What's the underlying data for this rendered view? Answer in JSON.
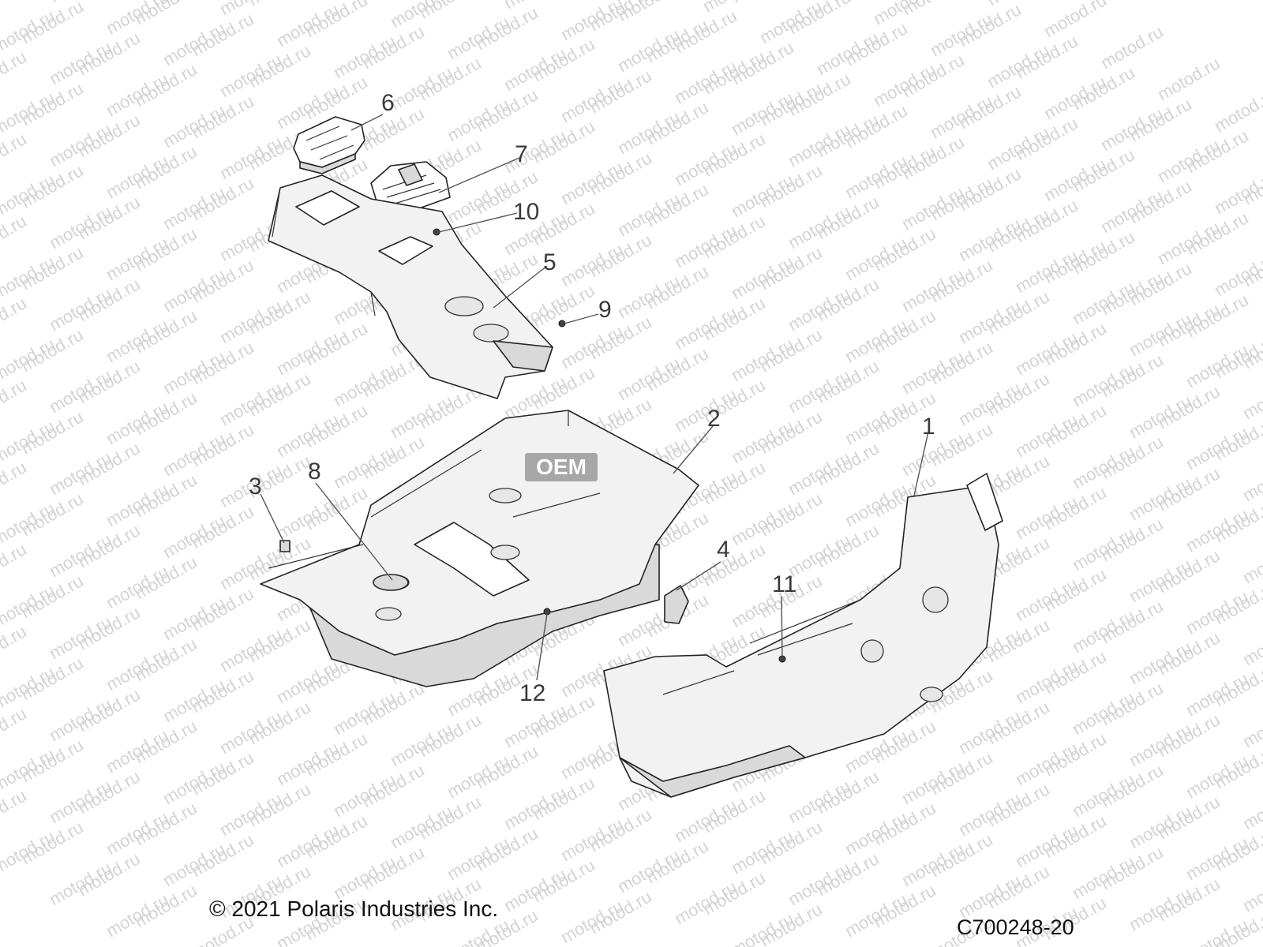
{
  "watermark": {
    "text": "motod.ru"
  },
  "badge": {
    "text": "OEM"
  },
  "callouts": [
    {
      "number": "1",
      "part": "floor-panel-right"
    },
    {
      "number": "2",
      "part": "floor-panel-left"
    },
    {
      "number": "3",
      "part": "clip"
    },
    {
      "number": "4",
      "part": "bracket"
    },
    {
      "number": "5",
      "part": "center-console"
    },
    {
      "number": "6",
      "part": "console-cover"
    },
    {
      "number": "7",
      "part": "shift-boot"
    },
    {
      "number": "8",
      "part": "grommet"
    },
    {
      "number": "9",
      "part": "screw"
    },
    {
      "number": "10",
      "part": "screw"
    },
    {
      "number": "11",
      "part": "fastener"
    },
    {
      "number": "12",
      "part": "fastener"
    }
  ],
  "footer": {
    "copyright": "© 2021 Polaris Industries Inc.",
    "drawing_number": "C700248-20"
  }
}
